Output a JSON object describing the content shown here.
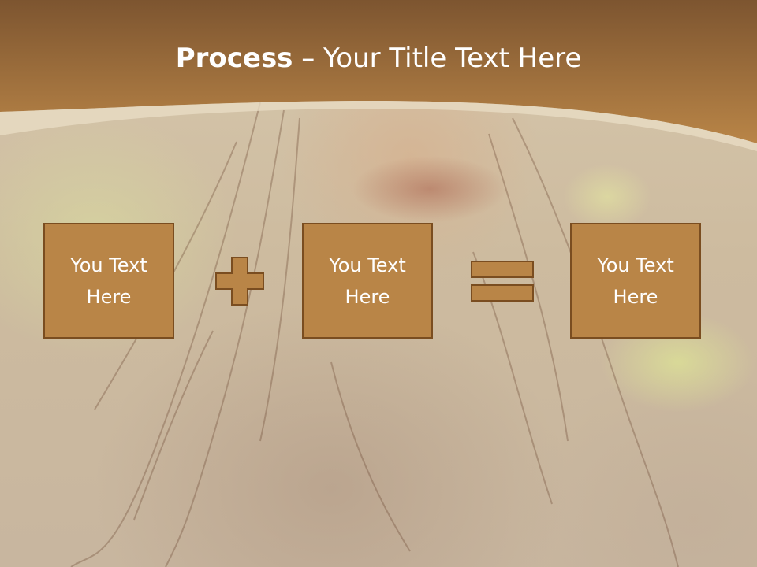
{
  "title": {
    "bold": "Process",
    "rest": " – Your Title Text Here"
  },
  "boxes": [
    {
      "line1": "You Text",
      "line2": "Here"
    },
    {
      "line1": "You Text",
      "line2": "Here"
    },
    {
      "line1": "You Text",
      "line2": "Here"
    }
  ],
  "operators": {
    "first": "plus-icon",
    "second": "equals-icon"
  },
  "colors": {
    "header": "#a46f38",
    "box_fill": "#b98547",
    "box_border": "#7a4d20",
    "text": "#ffffff"
  }
}
